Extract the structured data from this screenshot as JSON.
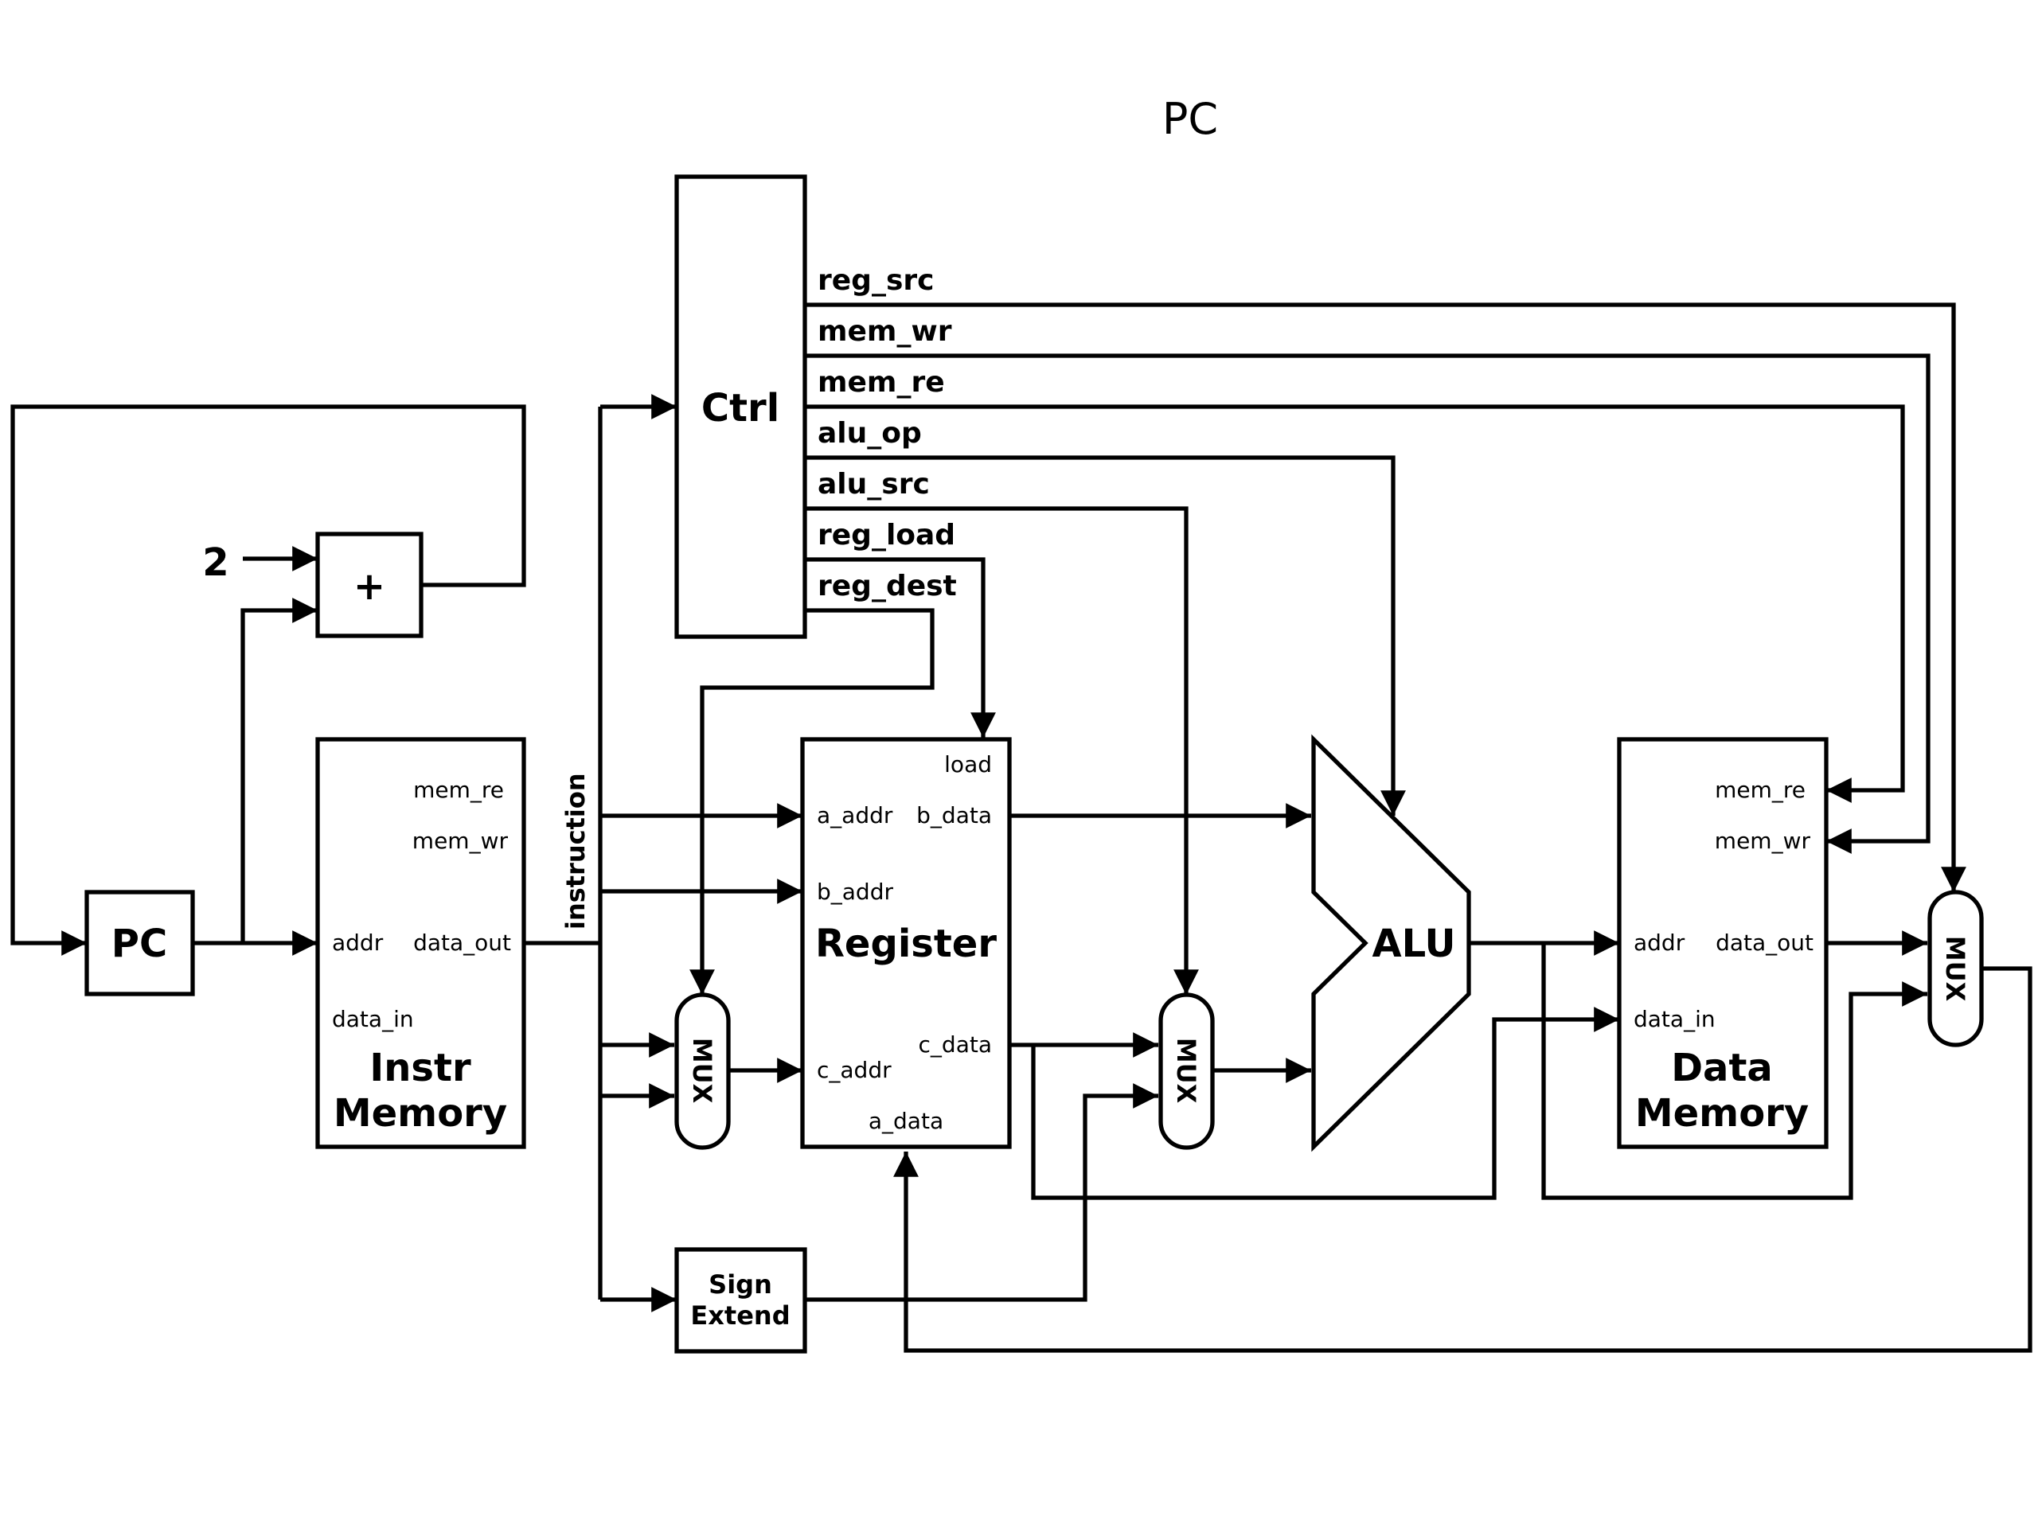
{
  "title": "PC",
  "blocks": {
    "pc": "PC",
    "adder": "+",
    "constant": "2",
    "ctrl": "Ctrl",
    "instr_memory": {
      "line1": "Instr",
      "line2": "Memory",
      "ports": {
        "mem_re": "mem_re",
        "mem_wr": "mem_wr",
        "addr": "addr",
        "data_out": "data_out",
        "data_in": "data_in"
      }
    },
    "register": {
      "name": "Register",
      "ports": {
        "load": "load",
        "a_addr": "a_addr",
        "b_data": "b_data",
        "b_addr": "b_addr",
        "c_data": "c_data",
        "c_addr": "c_addr",
        "a_data": "a_data"
      }
    },
    "alu": "ALU",
    "data_memory": {
      "line1": "Data",
      "line2": "Memory",
      "ports": {
        "mem_re": "mem_re",
        "mem_wr": "mem_wr",
        "addr": "addr",
        "data_out": "data_out",
        "data_in": "data_in"
      }
    },
    "sign_extend": {
      "line1": "Sign",
      "line2": "Extend"
    },
    "mux": "MUX"
  },
  "signals": {
    "reg_src": "reg_src",
    "mem_wr": "mem_wr",
    "mem_re": "mem_re",
    "alu_op": "alu_op",
    "alu_src": "alu_src",
    "reg_load": "reg_load",
    "reg_dest": "reg_dest",
    "instruction": "instruction"
  }
}
